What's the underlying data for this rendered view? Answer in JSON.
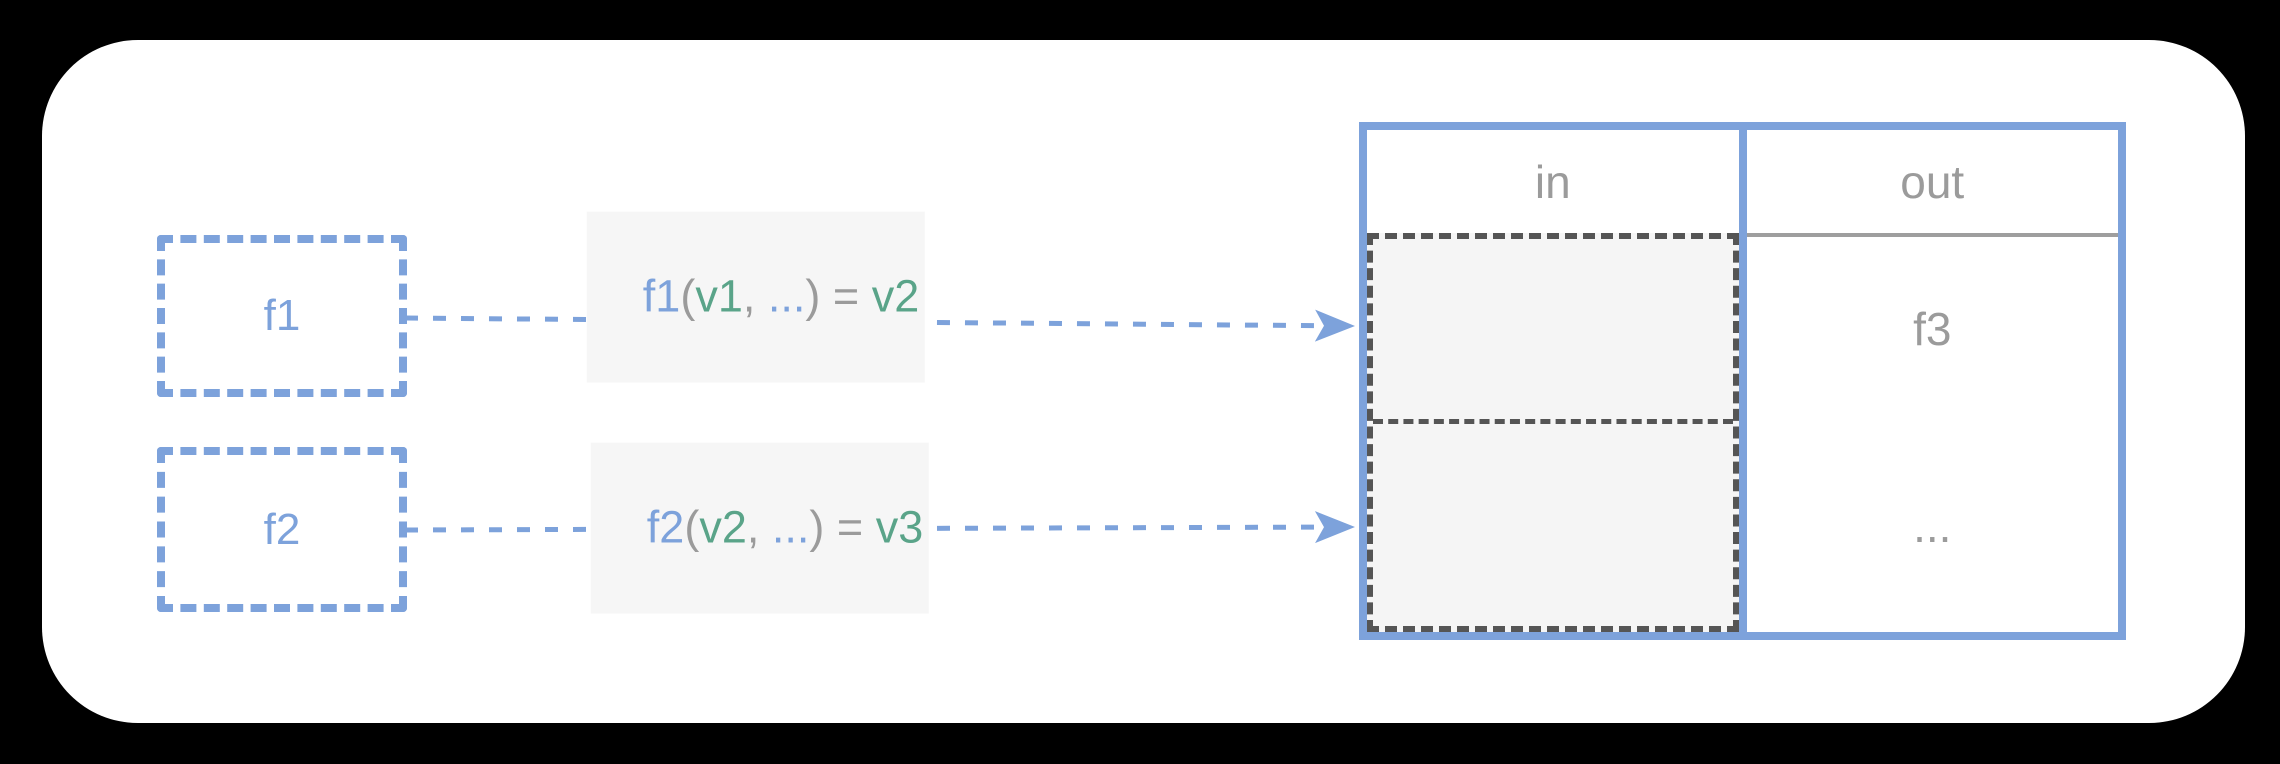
{
  "diagram": {
    "boxes": [
      {
        "label": "f1"
      },
      {
        "label": "f2"
      }
    ],
    "edge_labels": [
      {
        "segments": [
          {
            "text": "f1",
            "color_role": "blue"
          },
          {
            "text": "(",
            "color_role": "gray"
          },
          {
            "text": "v1",
            "color_role": "green"
          },
          {
            "text": ", ",
            "color_role": "gray"
          },
          {
            "text": "...",
            "color_role": "blue"
          },
          {
            "text": ")",
            "color_role": "gray"
          },
          {
            "text": " = ",
            "color_role": "gray"
          },
          {
            "text": "v2",
            "color_role": "green"
          }
        ]
      },
      {
        "segments": [
          {
            "text": "f2",
            "color_role": "blue"
          },
          {
            "text": "(",
            "color_role": "gray"
          },
          {
            "text": "v2",
            "color_role": "green"
          },
          {
            "text": ", ",
            "color_role": "gray"
          },
          {
            "text": "...",
            "color_role": "blue"
          },
          {
            "text": ")",
            "color_role": "gray"
          },
          {
            "text": " = ",
            "color_role": "gray"
          },
          {
            "text": "v3",
            "color_role": "green"
          }
        ]
      }
    ],
    "table": {
      "headers": [
        "in",
        "out"
      ],
      "rows": [
        {
          "in": "",
          "out": "f3"
        },
        {
          "in": "",
          "out": "..."
        }
      ]
    },
    "colors": {
      "blue": "#7da2db",
      "green": "#5aa489",
      "gray_text": "#9b9b9b",
      "dark_dash": "#555555",
      "cell_fill": "#f5f5f5",
      "label_bg": "#f6f6f6",
      "card_bg": "#ffffff",
      "page_bg": "#000000"
    }
  }
}
